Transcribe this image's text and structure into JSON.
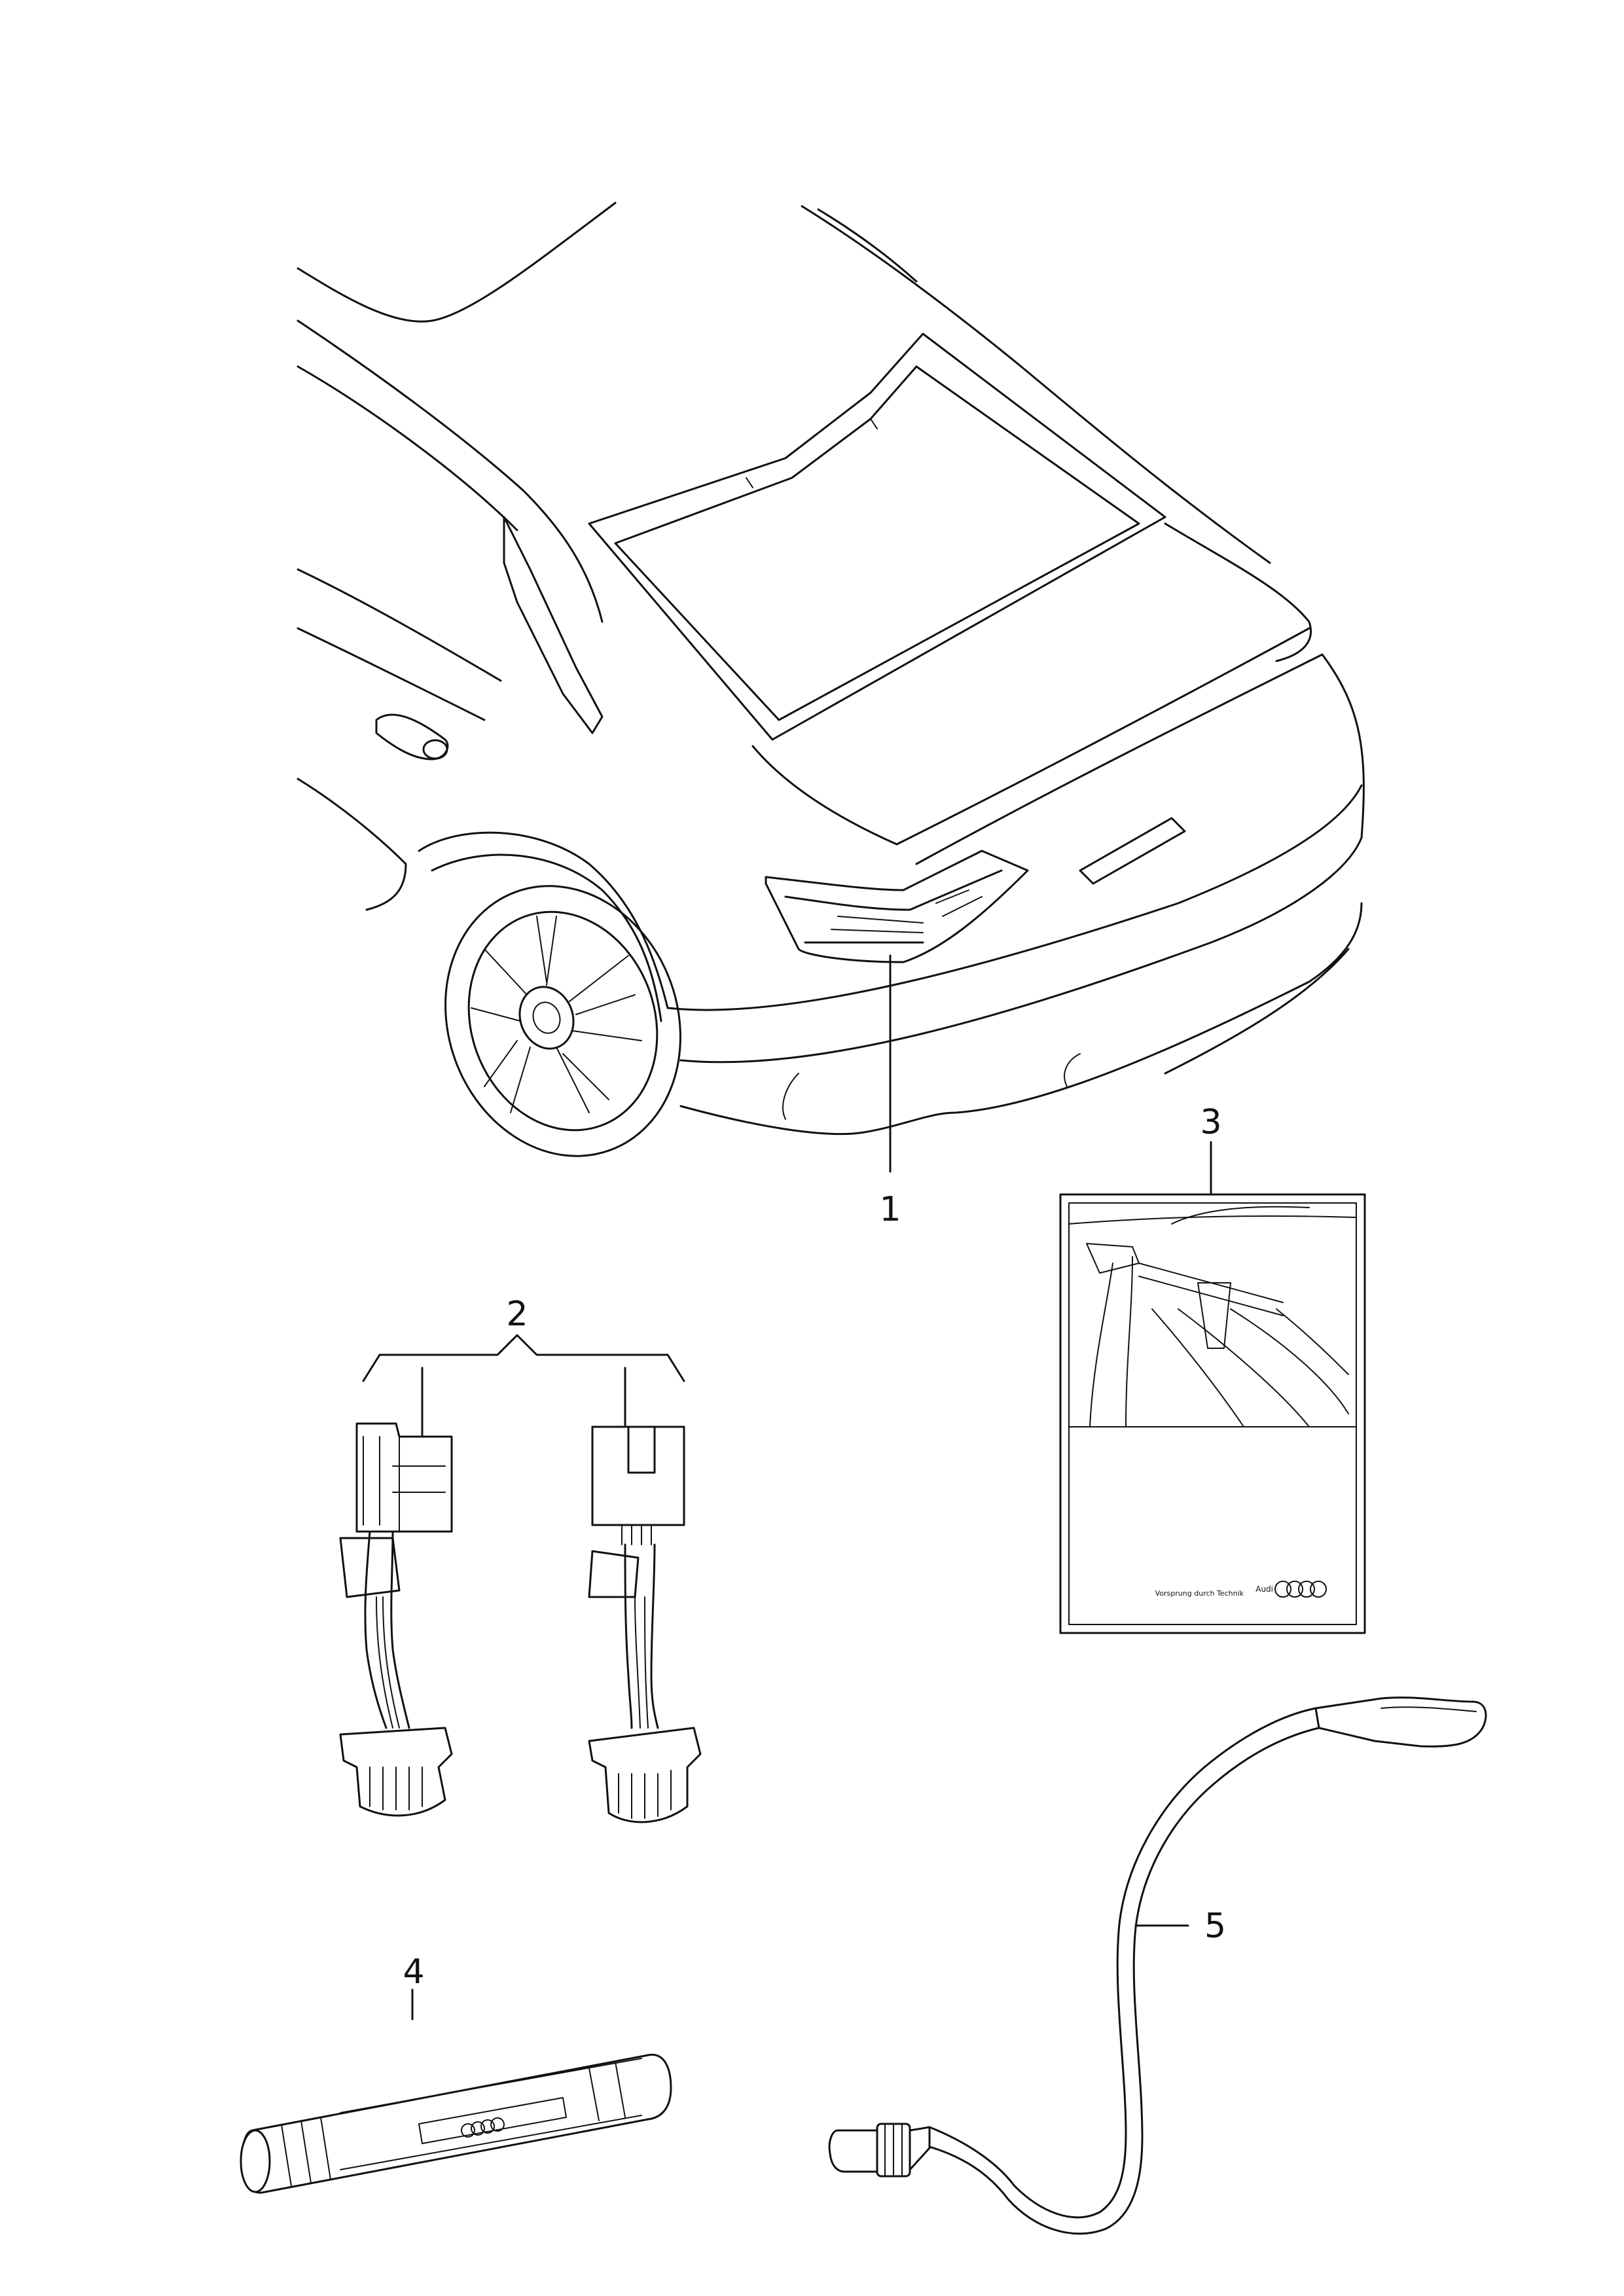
{
  "diagram": {
    "callouts": [
      {
        "id": "1",
        "label": "1"
      },
      {
        "id": "2",
        "label": "2"
      },
      {
        "id": "3",
        "label": "3"
      },
      {
        "id": "4",
        "label": "4"
      },
      {
        "id": "5",
        "label": "5"
      }
    ],
    "poster": {
      "slogan": "Vorsprung durch Technik",
      "brand": "Audi"
    },
    "colors": {
      "line": "#111111",
      "background": "#ffffff"
    }
  }
}
